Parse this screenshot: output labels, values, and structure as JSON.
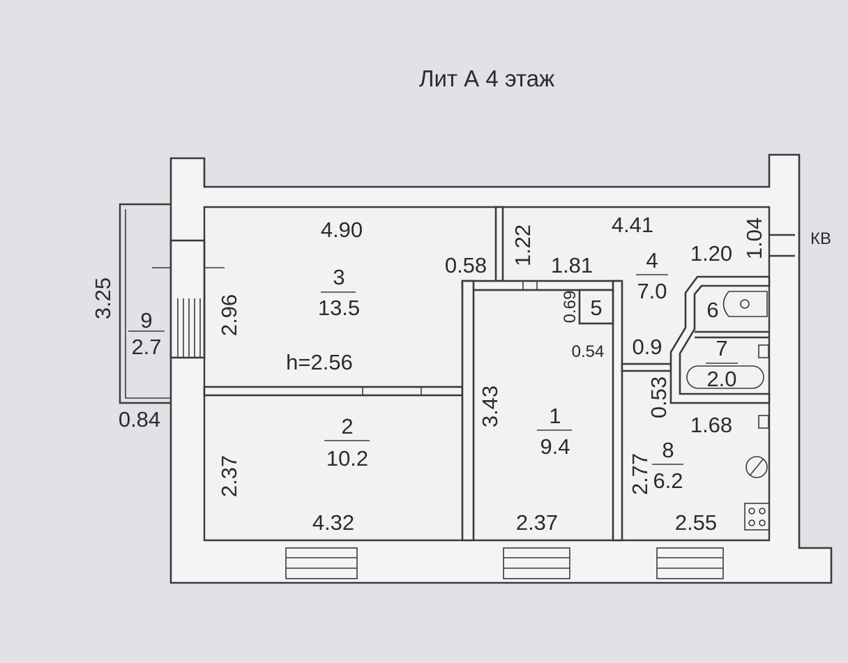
{
  "title": "Лит А  4 этаж",
  "rooms": [
    {
      "number": "1",
      "area": "9.4"
    },
    {
      "number": "2",
      "area": "10.2"
    },
    {
      "number": "3",
      "area": "13.5"
    },
    {
      "number": "4",
      "area": "7.0"
    },
    {
      "number": "5"
    },
    {
      "number": "6"
    },
    {
      "number": "7",
      "area": "2.0"
    },
    {
      "number": "8",
      "area": "6.2"
    },
    {
      "number": "9",
      "area": "2.7"
    }
  ],
  "ceiling_height": "h=2.56",
  "dimensions": {
    "d_490": "4.90",
    "d_441": "4.41",
    "d_122": "1.22",
    "d_104": "1.04",
    "d_058": "0.58",
    "d_181": "1.81",
    "d_120": "1.20",
    "d_069": "0.69",
    "d_054": "0.54",
    "d_09": "0.9",
    "d_053": "0.53",
    "d_168": "1.68",
    "d_325": "3.25",
    "d_296": "2.96",
    "d_084": "0.84",
    "d_343": "3.43",
    "d_237a": "2.37",
    "d_277": "2.77",
    "d_432": "4.32",
    "d_237b": "2.37",
    "d_255": "2.55"
  },
  "kv_label": "КВ"
}
